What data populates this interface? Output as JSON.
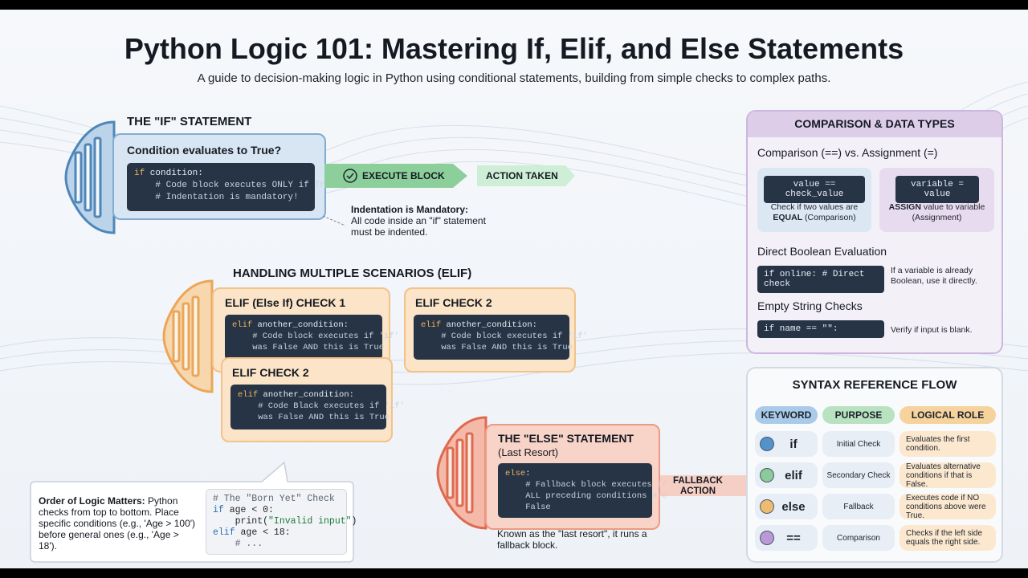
{
  "title": "Python Logic 101: Mastering If, Elif, and Else Statements",
  "subtitle": "A guide to decision-making logic in Python using conditional statements, building from simple checks to complex paths.",
  "if_section": {
    "header": "THE \"IF\" STATEMENT",
    "condition": "Condition evaluates to True?",
    "code": {
      "kw": "if",
      "line1": " condition:",
      "line2": "    # Code block executes ONLY if True",
      "line3": "    # Indentation is mandatory!"
    },
    "execute_label": "EXECUTE BLOCK",
    "action_label": "ACTION TAKEN",
    "note_title": "Indentation is Mandatory:",
    "note_body": "All code inside an \"if\" statement must be indented."
  },
  "elif_section": {
    "header": "HANDLING MULTIPLE SCENARIOS (ELIF)",
    "card1": {
      "title": "ELIF (Else If) CHECK 1",
      "kw": "elif",
      "line1": " another_condition:",
      "line2": "    # Code block executes if 'if'",
      "line3": "    was False AND this is True"
    },
    "card2": {
      "title": "ELIF CHECK 2",
      "kw": "elif",
      "line1": " another_condition:",
      "line2": "    # Code block executes if 'if'",
      "line3": "    was False AND this is True"
    },
    "card3": {
      "title": "ELIF CHECK 2",
      "kw": "elif",
      "line1": " another_condition:",
      "line2": "    # Code Black executes if 'if'",
      "line3": "    was False AND this is True"
    }
  },
  "order_note": {
    "bold": "Order of Logic Matters:",
    "rest": " Python checks from top to bottom. Place specific conditions (e.g., 'Age > 100') before general ones (e.g., 'Age > 18').",
    "code_line1": "# The \"Born Yet\" Check",
    "code_kw1": "if",
    "code_line2": " age < 0:",
    "code_line3a": "    print(",
    "code_str": "\"Invalid input\"",
    "code_line3b": ")",
    "code_kw2": "elif",
    "code_line4": " age < 18:",
    "code_line5": "    # ..."
  },
  "else_section": {
    "title": "THE \"ELSE\" STATEMENT",
    "subtitle": "(Last Resort)",
    "kw": "else",
    "line1": ":",
    "line2": "    # Fallback block executes if",
    "line3": "    ALL preceding conditions are",
    "line4": "    False",
    "note": "Known as the \"last resort\", it runs a fallback block.",
    "fallback_label": "FALLBACK ACTION"
  },
  "comparison_panel": {
    "header": "COMPARISON & DATA TYPES",
    "subheader": "Comparison (==) vs. Assignment (=)",
    "eq_code": "value == check_value",
    "eq_desc_a": "Check if two values are ",
    "eq_desc_bold": "EQUAL",
    "eq_desc_b": " (Comparison)",
    "assign_code": "variable = value",
    "assign_desc_bold": "ASSIGN",
    "assign_desc_b": " value to variable (Assignment)",
    "bool_header": "Direct Boolean Evaluation",
    "bool_code": "if online: # Direct check",
    "bool_desc": "If a variable is already Boolean, use it directly.",
    "empty_header": "Empty String Checks",
    "empty_code": "if name == \"\":",
    "empty_desc": "Verify if input is blank."
  },
  "syntax_panel": {
    "header": "SYNTAX REFERENCE FLOW",
    "columns": [
      "KEYWORD",
      "PURPOSE",
      "LOGICAL ROLE"
    ],
    "rows": [
      {
        "keyword": "if",
        "purpose": "Initial Check",
        "role": "Evaluates the first condition.",
        "color": "#3b82c4"
      },
      {
        "keyword": "elif",
        "purpose": "Secondary Check",
        "role": "Evaluates alternative conditions if that is False.",
        "color": "#7cc48a"
      },
      {
        "keyword": "else",
        "purpose": "Fallback",
        "role": "Executes code if NO conditions above were True.",
        "color": "#f0b35a"
      },
      {
        "keyword": "==",
        "purpose": "Comparison",
        "role": "Checks if the left side equals the right side.",
        "color": "#b38bd1"
      }
    ]
  },
  "colors": {
    "if_blue": "#4f86b8",
    "elif_orange": "#eba658",
    "else_red": "#de6a4f",
    "panel_purple": "#cdb7df",
    "arrow_green": "#8ccf9a"
  }
}
